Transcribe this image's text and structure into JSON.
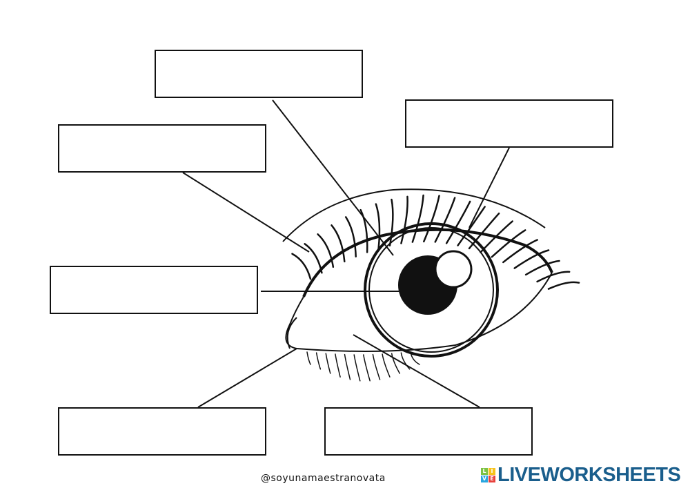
{
  "labels": [
    {
      "value": "",
      "placeholder": ""
    },
    {
      "value": "",
      "placeholder": ""
    },
    {
      "value": "",
      "placeholder": ""
    },
    {
      "value": "",
      "placeholder": ""
    },
    {
      "value": "",
      "placeholder": ""
    },
    {
      "value": "",
      "placeholder": ""
    }
  ],
  "footer": {
    "credit": "@soyunamaestranovata",
    "logo_text": "LIVEWORKSHEETS",
    "logo_tiles": [
      "L",
      "I",
      "V",
      "E"
    ],
    "logo_colors": [
      "#7cc242",
      "#f7c31b",
      "#2aa6df",
      "#e8413c"
    ],
    "logo_text_color": "#1a5e8c"
  }
}
